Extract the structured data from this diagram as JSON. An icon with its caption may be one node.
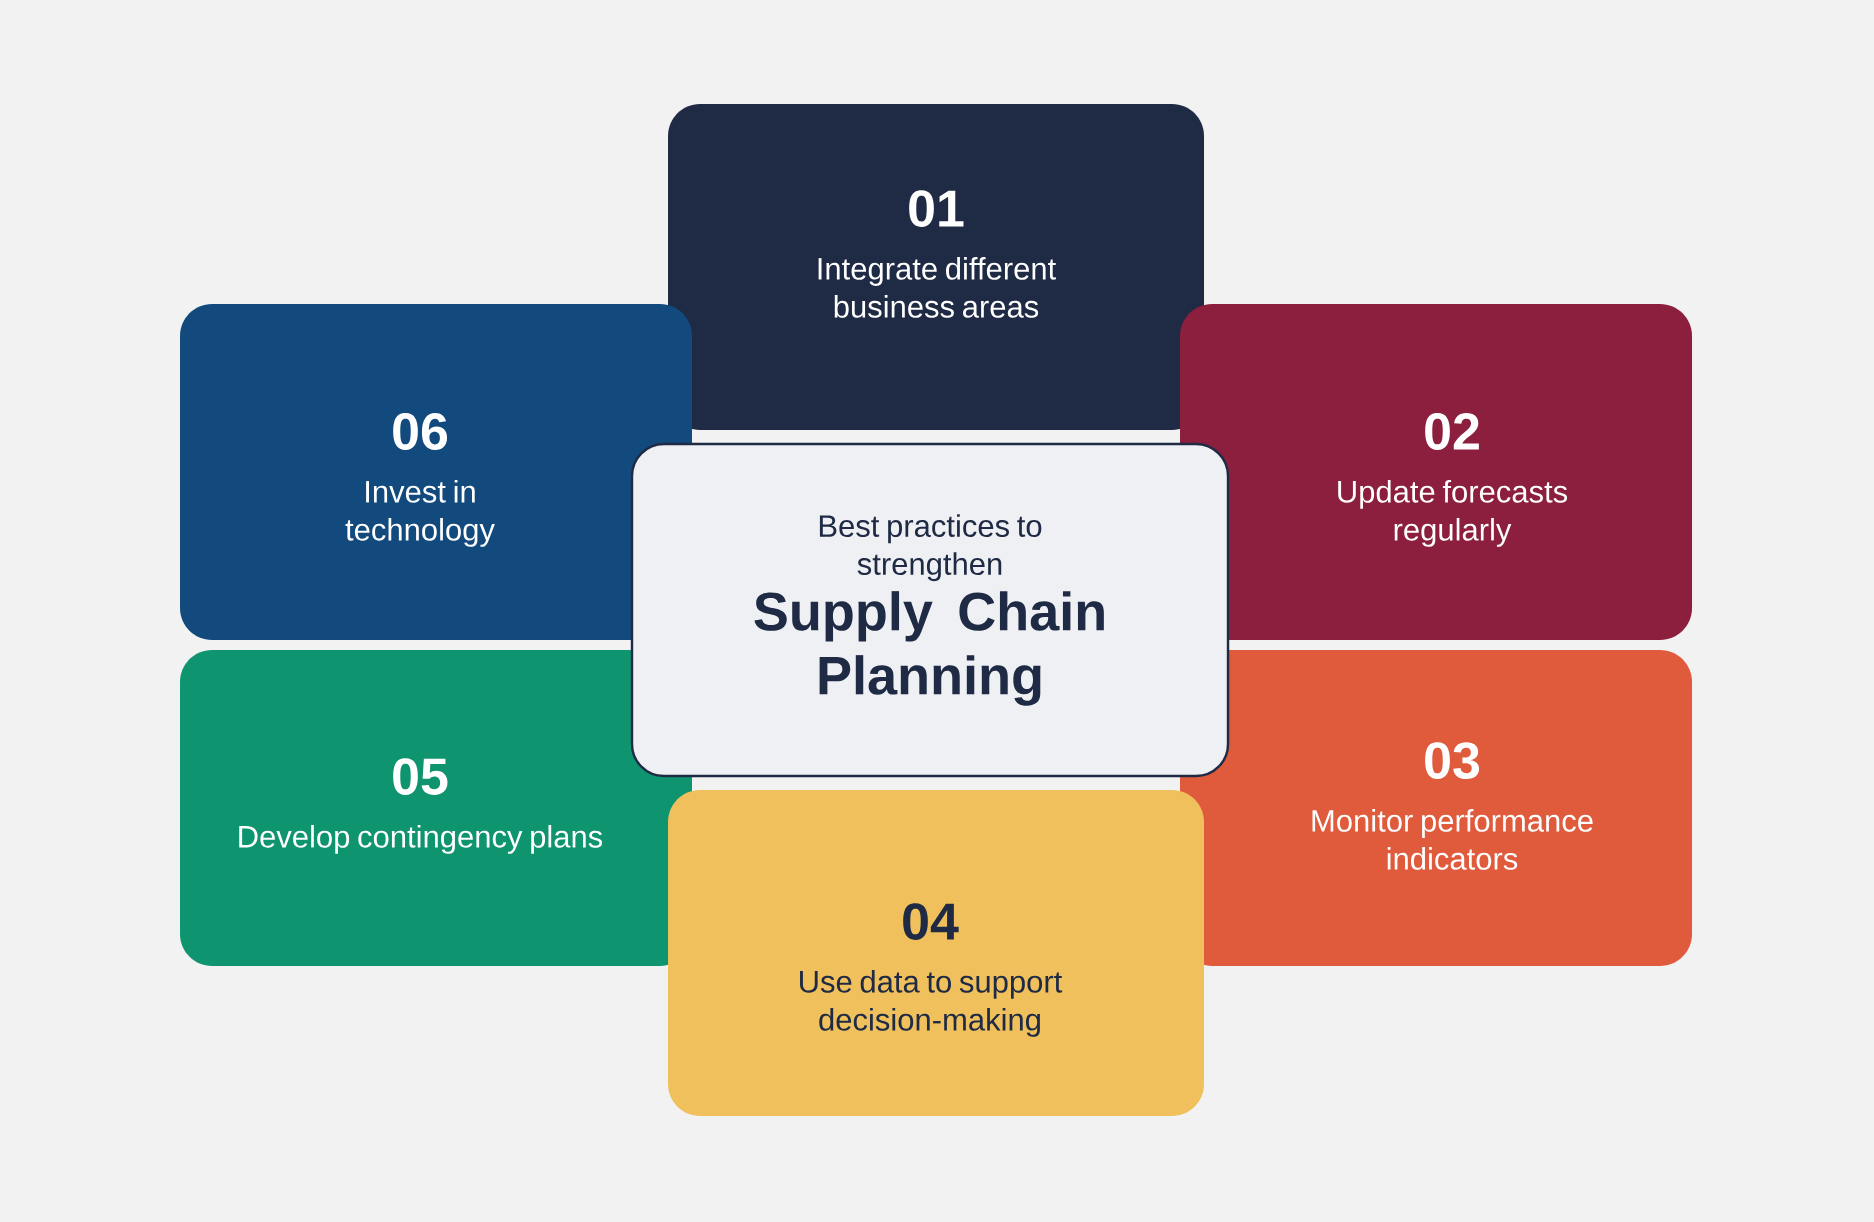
{
  "diagram": {
    "nodes": [
      {
        "text": [
          "01",
          "Integrate different business areas"
        ]
      },
      {
        "text": [
          "06",
          "Invest in technology"
        ]
      },
      {
        "text": [
          "02",
          "Update forecasts regularly"
        ]
      },
      {
        "text": [
          "Best practices to strengthen",
          "Supply Chain Planning"
        ]
      },
      {
        "text": [
          "05",
          "Develop contingency plans"
        ]
      },
      {
        "text": [
          "03",
          "Monitor performance indicators"
        ]
      },
      {
        "text": [
          "04",
          "Use data to support decision-making"
        ]
      }
    ]
  }
}
